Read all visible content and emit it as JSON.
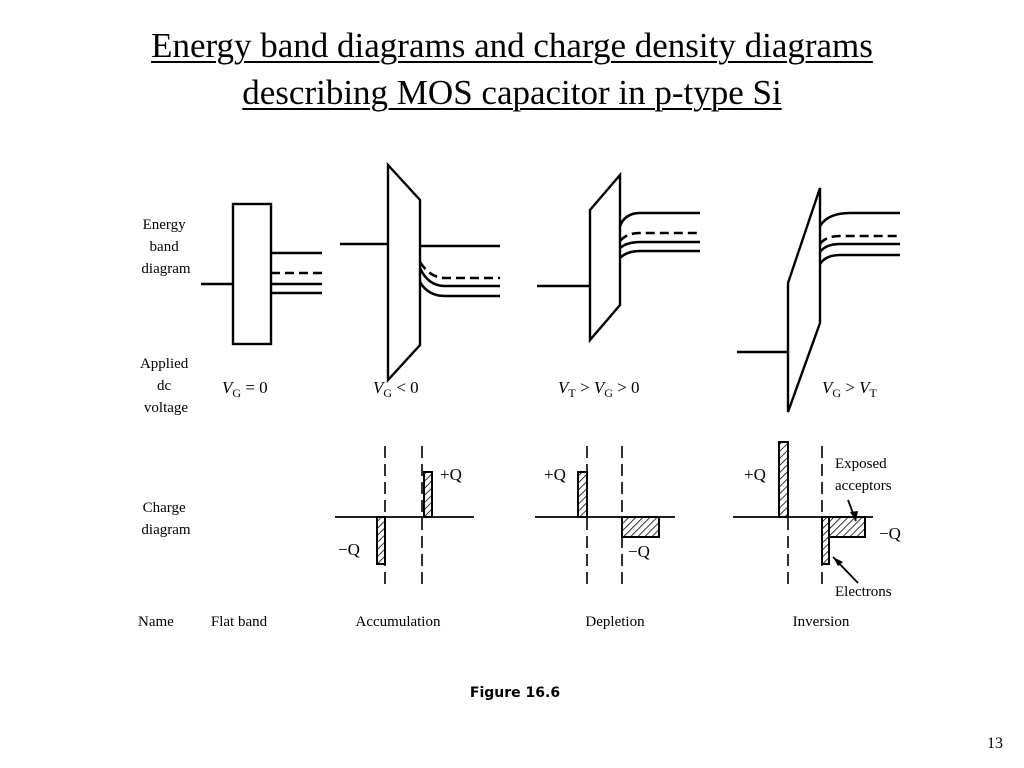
{
  "title": {
    "line1": "Energy band diagrams and charge density diagrams",
    "line2": "describing MOS capacitor in p-type Si"
  },
  "row_labels": {
    "energy_band": [
      "Energy",
      "band",
      "diagram"
    ],
    "applied_voltage": [
      "Applied",
      "dc",
      "voltage"
    ],
    "charge_diagram": [
      "Charge",
      "diagram"
    ],
    "name": "Name"
  },
  "columns": [
    {
      "name": "Flat band",
      "voltage": {
        "a": "V",
        "a_sub": "G",
        "rel": " = 0",
        "b": "",
        "b_sub": "",
        "rel2": ""
      }
    },
    {
      "name": "Accumulation",
      "voltage": {
        "a": "V",
        "a_sub": "G",
        "rel": " < 0",
        "b": "",
        "b_sub": "",
        "rel2": ""
      }
    },
    {
      "name": "Depletion",
      "voltage": {
        "a": "V",
        "a_sub": "T",
        "rel": " > ",
        "b": "V",
        "b_sub": "G",
        "rel2": " > 0"
      }
    },
    {
      "name": "Inversion",
      "voltage": {
        "a": "V",
        "a_sub": "G",
        "rel": " > ",
        "b": "V",
        "b_sub": "T",
        "rel2": ""
      }
    }
  ],
  "charge_labels": {
    "accumulation_pos": "+Q",
    "accumulation_neg": "−Q",
    "depletion_pos": "+Q",
    "depletion_neg": "−Q",
    "inversion_pos": "+Q",
    "inversion_neg": "−Q",
    "exposed": [
      "Exposed",
      "acceptors"
    ],
    "electrons": "Electrons"
  },
  "figure_caption": "Figure 16.6",
  "page_number": "13"
}
